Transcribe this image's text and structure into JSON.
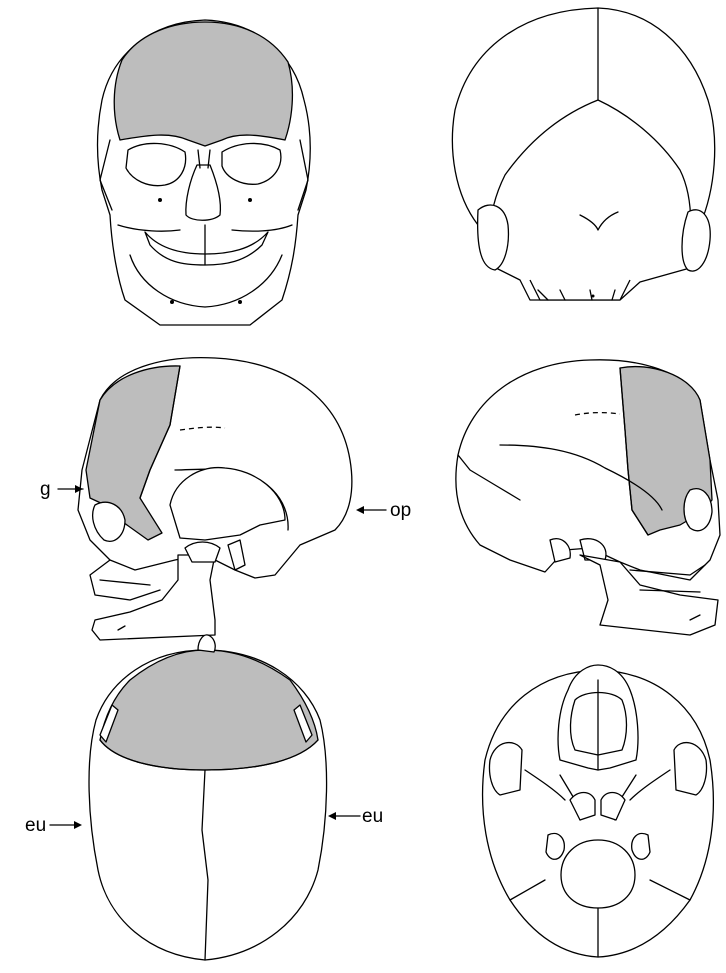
{
  "labels": {
    "glabella": "g",
    "opisthocranion": "op",
    "euryon_left": "eu",
    "euryon_right": "eu"
  },
  "colors": {
    "shading": "#bdbdbd",
    "line": "#000000",
    "background": "#ffffff"
  }
}
